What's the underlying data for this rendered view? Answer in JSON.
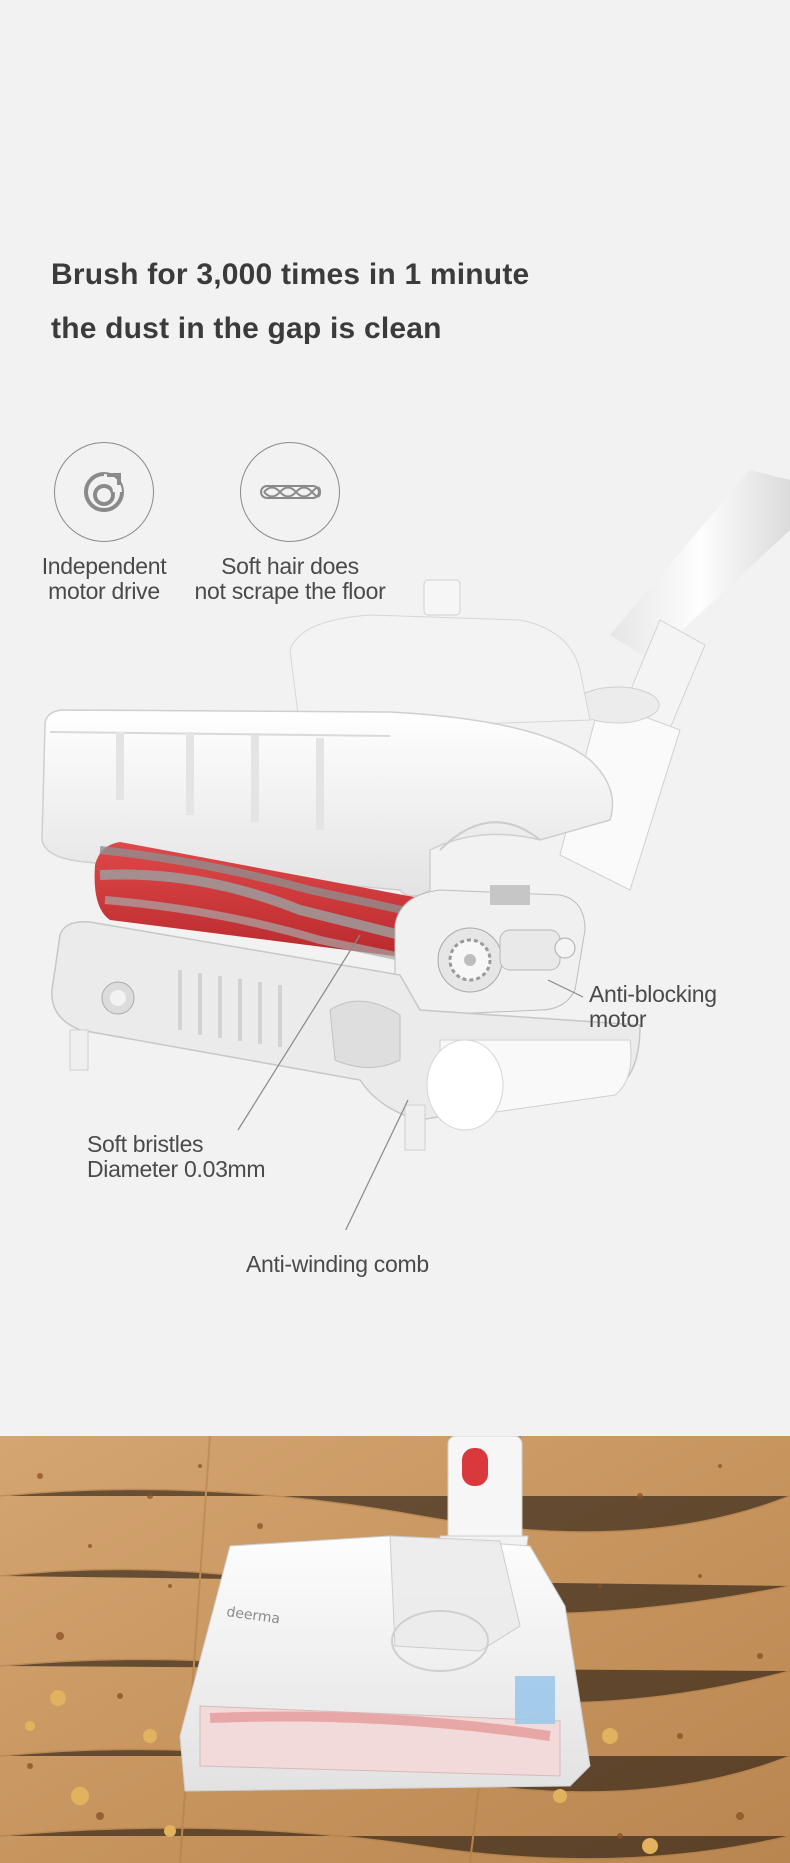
{
  "headline": {
    "line1": "Brush for 3,000 times in 1 minute",
    "line2": "the dust in the gap is clean"
  },
  "features": [
    {
      "icon": "motor-drive-icon",
      "line1": "Independent",
      "line2": "motor drive"
    },
    {
      "icon": "soft-roller-icon",
      "line1": "Soft hair does",
      "line2": "not scrape the floor"
    }
  ],
  "callouts": {
    "motor": {
      "line1": "Anti-blocking",
      "line2": "motor"
    },
    "bristles": {
      "line1": "Soft bristles",
      "line2": "Diameter 0.03mm"
    },
    "comb": {
      "line1": "Anti-winding comb"
    }
  },
  "photo": {
    "logo_text": "deerma"
  },
  "colors": {
    "background": "#f2f2f2",
    "text": "#3b3b3b",
    "accent_red": "#d9393c",
    "wood": "#c89a66"
  }
}
